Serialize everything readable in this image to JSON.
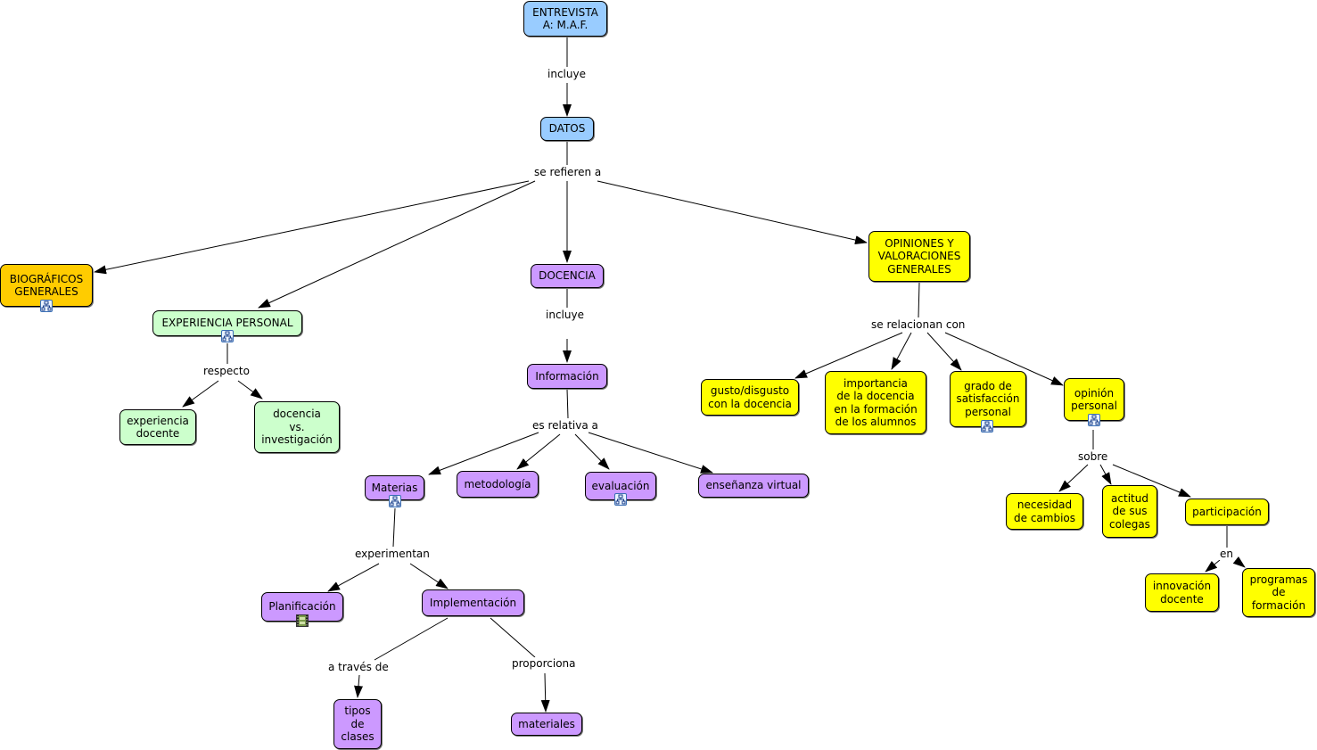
{
  "concepts": {
    "entrevista": "ENTREVISTA\nA: M.A.F.",
    "datos": "DATOS",
    "biograficos": "BIOGRÁFICOS\nGENERALES",
    "experiencia_personal": "EXPERIENCIA PERSONAL",
    "experiencia_docente": "experiencia\ndocente",
    "docencia_vs": "docencia\nvs.\ninvestigación",
    "docencia": "DOCENCIA",
    "informacion": "Información",
    "materias": "Materias",
    "metodologia": "metodología",
    "evaluacion": "evaluación",
    "ensenanza_virtual": "enseñanza virtual",
    "planificacion": "Planificación",
    "implementacion": "Implementación",
    "tipos_clases": "tipos\nde\nclases",
    "materiales": "materiales",
    "opiniones": "OPINIONES Y\nVALORACIONES\nGENERALES",
    "gusto": "gusto/disgusto\ncon la docencia",
    "importancia": "importancia\nde la docencia\nen  la formación\nde los alumnos",
    "grado": "grado de\nsatisfacción\npersonal",
    "opinion_personal": "opinión\npersonal",
    "necesidad": "necesidad\nde cambios",
    "actitud": "actitud\nde sus\ncolegas",
    "participacion": "participación",
    "innovacion": "innovación\ndocente",
    "programas": "programas\nde\nformación"
  },
  "links": {
    "incluye_1": "incluye",
    "se_refieren_a": "se refieren a",
    "respecto": "respecto",
    "incluye_2": "incluye",
    "es_relativa_a": "es relativa a",
    "experimentan": "experimentan",
    "a_traves_de": "a través de",
    "proporciona": "proporciona",
    "se_relacionan_con": "se relacionan con",
    "sobre": "sobre",
    "en": "en"
  },
  "colors": {
    "top": "#99ccff",
    "biograficos": "#ffcc00",
    "experiencia": "#ccffcc",
    "docencia": "#cc99ff",
    "opiniones": "#ffff00"
  },
  "icons": {
    "submap": "concept-map-icon",
    "resource": "film-strip-icon"
  }
}
